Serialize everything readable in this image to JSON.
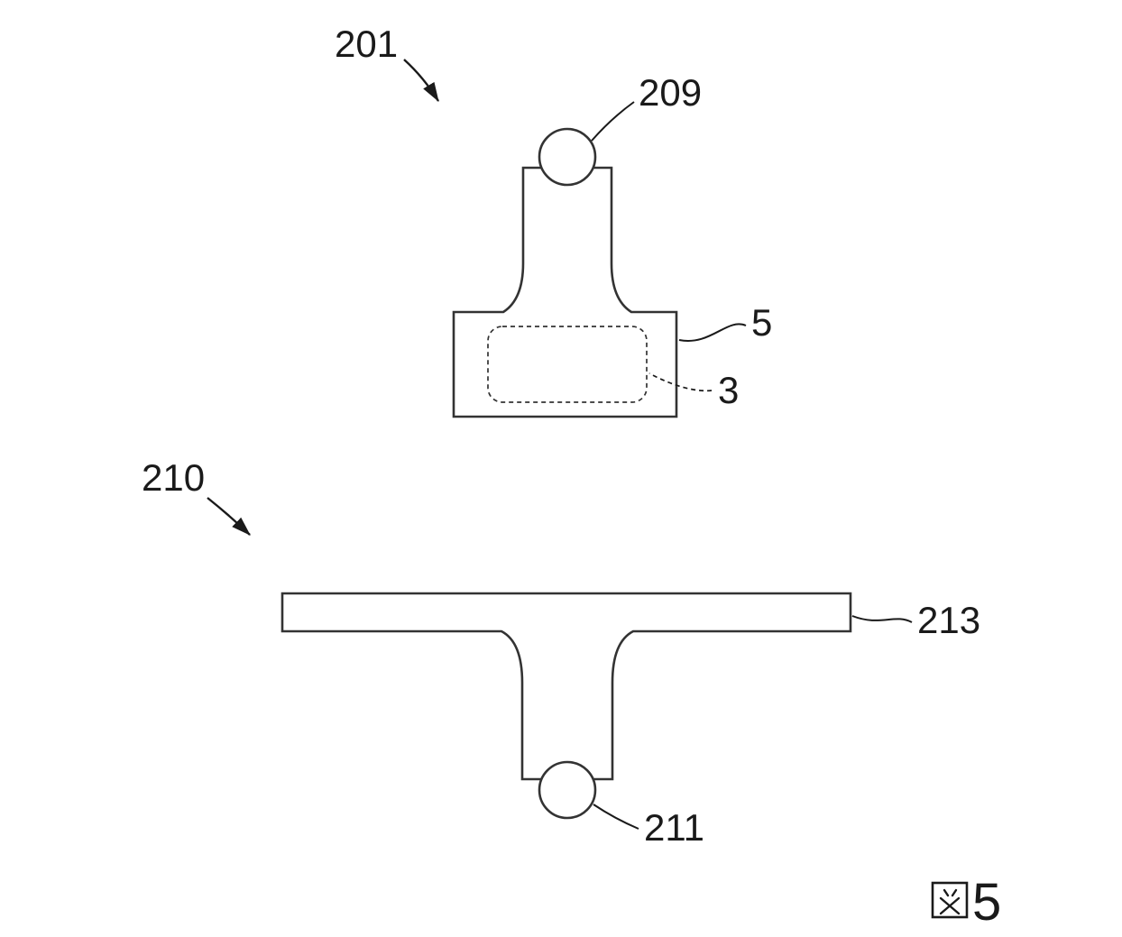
{
  "figure": {
    "type": "patent-technical-drawing",
    "caption": {
      "kanji_prefix": "図",
      "number": "5",
      "full": "図5"
    },
    "labels": {
      "upper_assembly": "201",
      "upper_ball": "209",
      "base_block": "5",
      "hidden_element": "3",
      "lower_assembly": "210",
      "plate": "213",
      "lower_ball": "211"
    },
    "colors": {
      "ink": "#333333",
      "label_text": "#1a1a1a",
      "background": "#ffffff"
    }
  }
}
